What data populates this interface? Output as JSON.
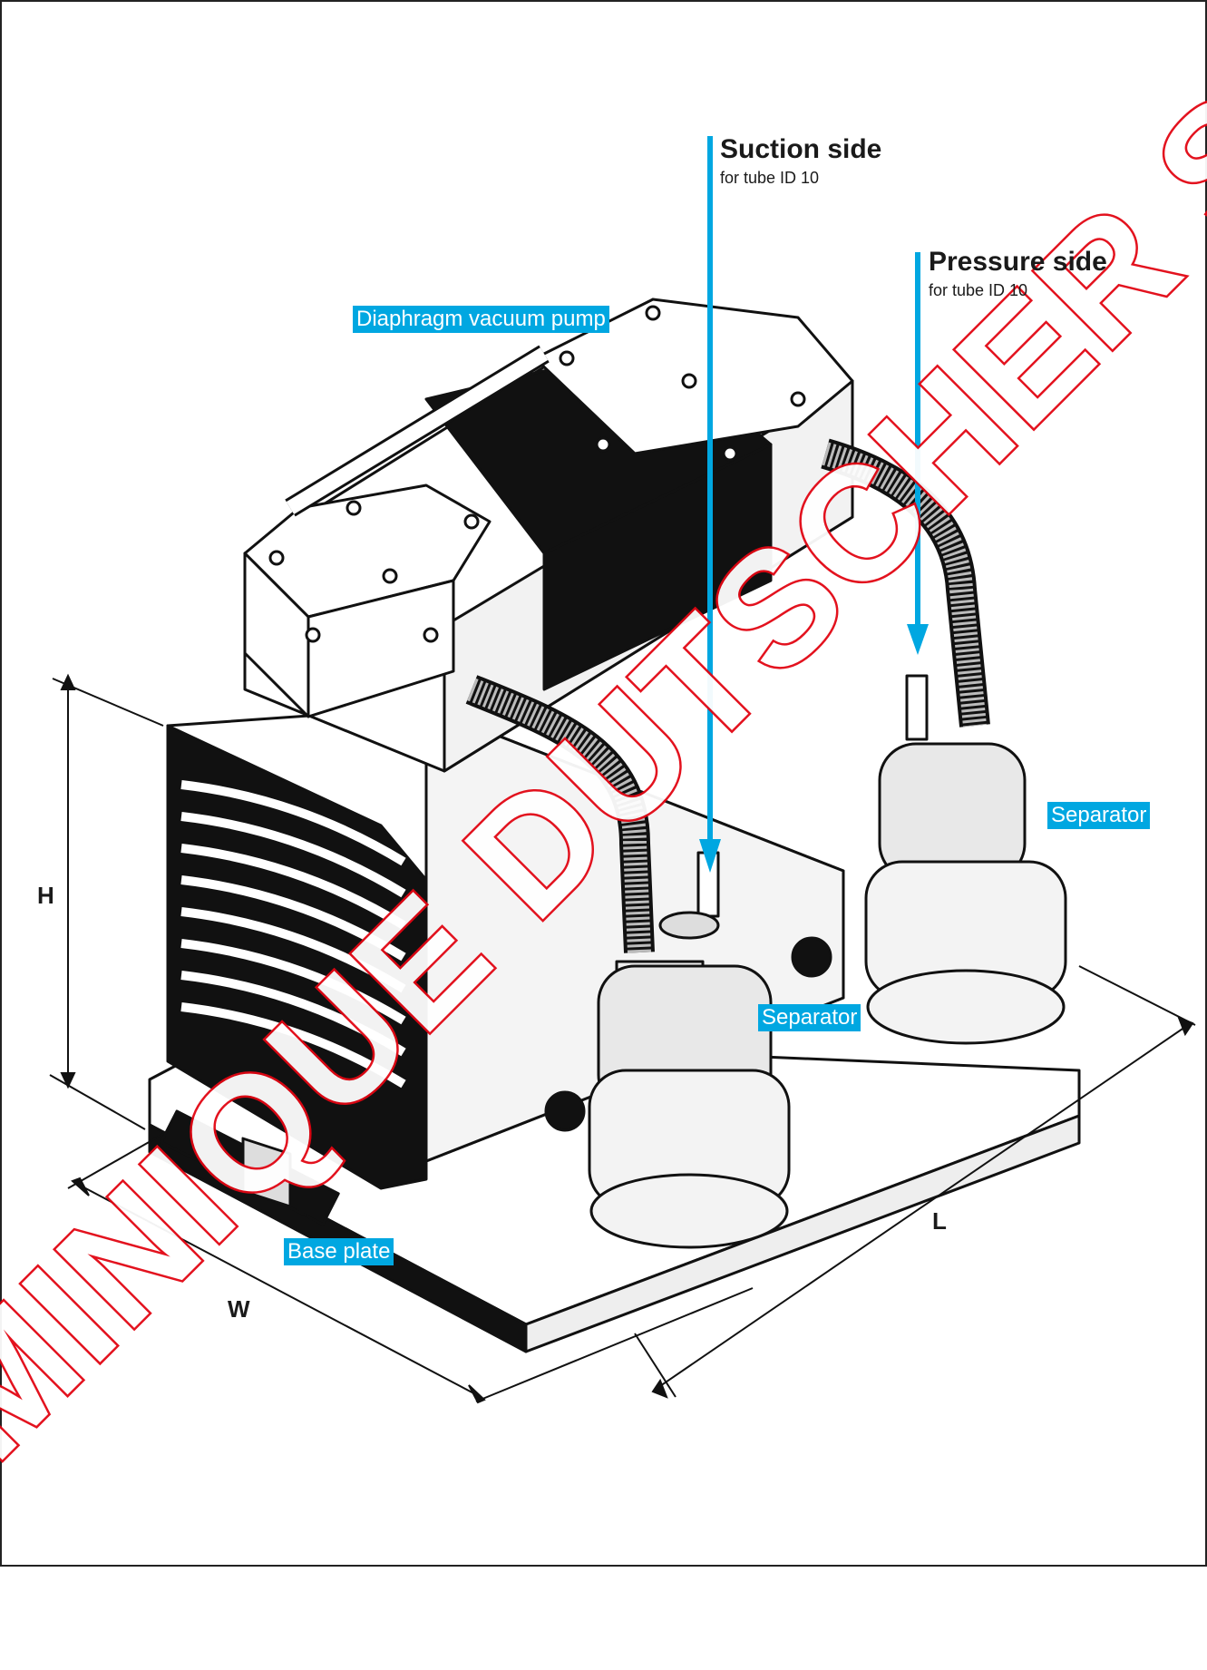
{
  "labels": {
    "pump": "Diaphragm vacuum pump",
    "separator_right": "Separator",
    "separator_left": "Separator",
    "base_plate": "Base plate"
  },
  "suction": {
    "title": "Suction side",
    "sub": "for tube ID 10"
  },
  "pressure": {
    "title": "Pressure side",
    "sub": "for tube ID 10"
  },
  "dimensions": {
    "h": "H",
    "w": "W",
    "l": "L"
  },
  "watermark": "DOMINIQUE DUTSCHER SAS",
  "colors": {
    "accent": "#00a7e1",
    "watermark_outline": "#e20613",
    "line": "#1a1a1a"
  }
}
